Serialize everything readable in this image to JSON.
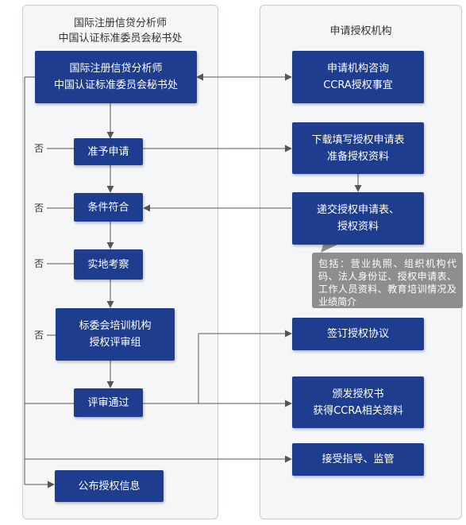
{
  "left_panel": {
    "title_line1": "国际注册信贷分析师",
    "title_line2": "中国认证标准委员会秘书处"
  },
  "right_panel": {
    "title": "申请授权机构"
  },
  "boxes": {
    "secretariat": {
      "line1": "国际注册信贷分析师",
      "line2": "中国认证标准委员会秘书处"
    },
    "approve": {
      "line1": "准予申请"
    },
    "conditions": {
      "line1": "条件符合"
    },
    "inspection": {
      "line1": "实地考察"
    },
    "review_group": {
      "line1": "标委会培训机构",
      "line2": "授权评审组"
    },
    "review_pass": {
      "line1": "评审通过"
    },
    "publish": {
      "line1": "公布授权信息"
    },
    "consult": {
      "line1": "申请机构咨询",
      "line2": "CCRA授权事宜"
    },
    "download": {
      "line1": "下载填写授权申请表",
      "line2": "准备授权资料"
    },
    "submit": {
      "line1": "递交授权申请表、",
      "line2": "授权资料"
    },
    "sign": {
      "line1": "签订授权协议"
    },
    "certificate": {
      "line1": "颁发授权书",
      "line2": "获得CCRA相关资料"
    },
    "supervision": {
      "line1": "接受指导、监管"
    }
  },
  "note": {
    "text": "包括：营业执照、组织机构代码、法人身份证、授权申请表、工作人员资料、教育培训情况及业绩简介"
  },
  "labels": {
    "no": "否"
  },
  "colors": {
    "box_fill": "#1f3d8e",
    "line": "#555555",
    "panel_bg": "#f5f6f8",
    "note_bg": "#8e8e8e"
  }
}
